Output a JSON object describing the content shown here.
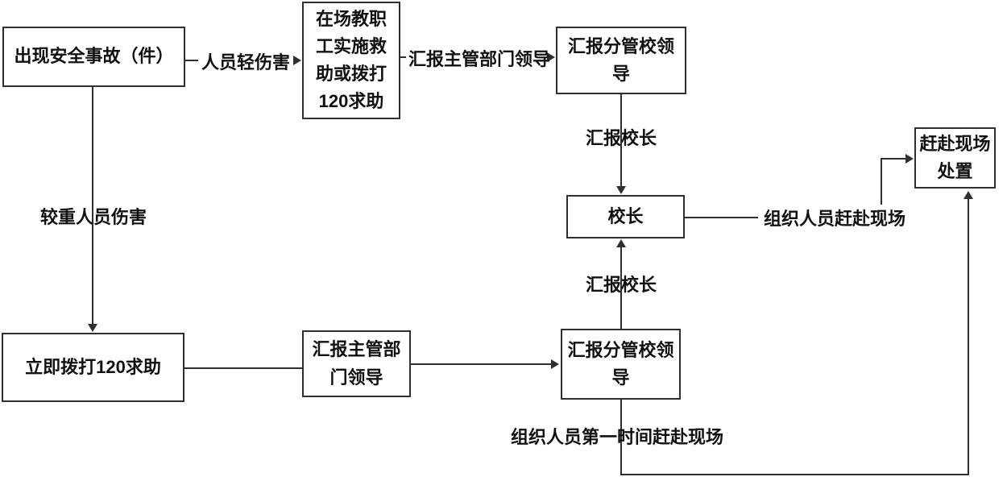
{
  "flowchart": {
    "description": "School safety incident reporting and response flowchart",
    "colors": {
      "line": "#2f2f2f",
      "text": "#111111",
      "background": "#ffffff"
    },
    "nodes": {
      "incident": "出现安全事故（件）",
      "onsite_aid": "在场教职工实施救助或拨打120求助",
      "report_vice_principal_top": "汇报分管校领导",
      "principal": "校长",
      "go_to_scene": "赶赴现场处置",
      "call_120": "立即拨打120求助",
      "report_dept_leader": "汇报主管部门领导",
      "report_vice_principal_bottom": "汇报分管校领导"
    },
    "edge_labels": {
      "minor_injury": "人员轻伤害",
      "report_dept_leader_top": "汇报主管部门领导",
      "report_principal_top": "汇报校长",
      "report_principal_bottom": "汇报校长",
      "serious_injury": "较重人员伤害",
      "organize_rush": "组织人员赶赴现场",
      "organize_rush_first_time": "组织人员第一时间赶赴现场"
    }
  }
}
